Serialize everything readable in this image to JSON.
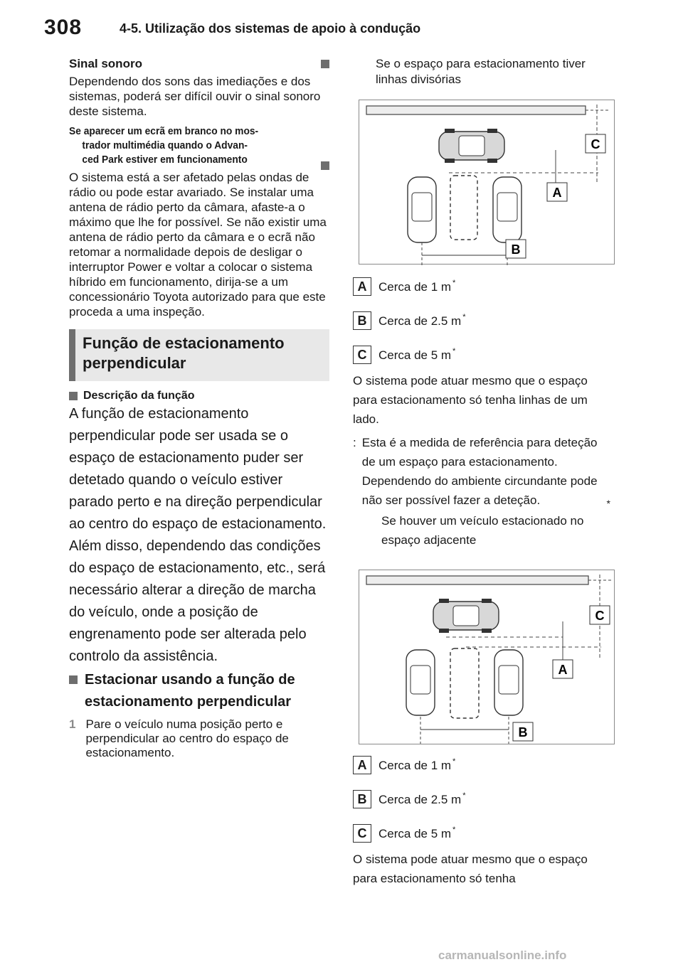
{
  "header": {
    "page_number": "308",
    "section_title": "4-5. Utilização dos sistemas de apoio à condução"
  },
  "left": {
    "sinal_title": "Sinal sonoro",
    "sinal_text": "Dependendo dos sons das imediações e dos sistemas, poderá ser difícil ouvir o sinal sonoro deste sistema.",
    "cond_line1": "Se aparecer um ecrã em branco no mos-",
    "cond_line2": "trador multimédia quando o Advan-",
    "cond_line3": "ced Park estiver em funcionamento",
    "cond_text": "O sistema está a ser afetado pelas ondas de rádio ou pode estar avariado. Se instalar uma antena de rádio perto da câmara, afaste-a o máximo que lhe for possível. Se não existir uma antena de rádio perto da câmara e o ecrã não retomar a normalidade depois de desligar o interruptor Power e voltar a colocar o sistema híbrido em funcionamento, dirija-se a um concessionário Toyota autorizado para que este proceda a uma inspeção.",
    "box_line1": "Função de estacionamento",
    "box_line2": "perpendicular",
    "desc_title": "Descrição da função",
    "desc_text": "A função de estacionamento perpendicular pode ser usada se o espaço de estacionamento puder ser detetado quando o veículo estiver parado perto e na direção perpendicular ao centro do espaço de estacionamento. Além disso, dependendo das condições do espaço de estacionamento, etc., será necessário alterar a direção de marcha do veículo, onde a posição de engrenamento pode ser alterada pelo controlo da assistência.",
    "park_title_line1": "Estacionar usando a função de",
    "park_title_line2": "estacionamento perpendicular",
    "step_num": "1",
    "step_text": "Pare o veículo numa posição perto e perpendicular ao centro do espaço de estacionamento."
  },
  "right": {
    "cond1_title": "Se o espaço para estacionamento tiver linhas divisórias",
    "legend1": [
      {
        "label": "A",
        "text": "Cerca de 1 m",
        "mark": "*"
      },
      {
        "label": "B",
        "text": "Cerca de 2.5 m",
        "mark": "*"
      },
      {
        "label": "C",
        "text": "Cerca de 5 m",
        "mark": "*"
      }
    ],
    "p1": "O sistema pode atuar mesmo que o espaço para estacionamento só tenha linhas de um lado.",
    "note_mark": ":",
    "note_text": "Esta é a medida de referência para deteção de um espaço para estacionamento. Dependendo do ambiente circundante pode não ser possível fazer a deteção.",
    "note_asterisk": "*",
    "cond2_title": "Se houver um veículo estacionado no espaço adjacente",
    "legend2": [
      {
        "label": "A",
        "text": "Cerca de 1 m",
        "mark": "*"
      },
      {
        "label": "B",
        "text": "Cerca de 2.5 m",
        "mark": "*"
      },
      {
        "label": "C",
        "text": "Cerca de 5 m",
        "mark": "*"
      }
    ],
    "p2": "O sistema pode atuar mesmo que o espaço para estacionamento só tenha"
  },
  "diagram_labels": {
    "a": "A",
    "b": "B",
    "c": "C"
  },
  "watermark": "carmanualsonline.info"
}
